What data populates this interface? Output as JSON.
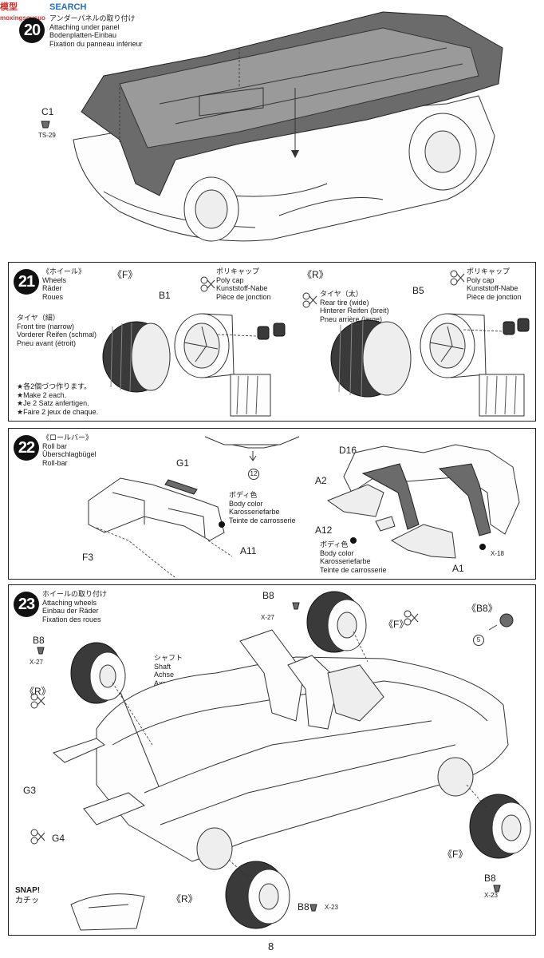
{
  "watermark": {
    "brand": "模型",
    "site": "SEARCH",
    "domain": "moxingsousuo"
  },
  "steps": [
    {
      "number": "20",
      "title_lines": [
        "アンダーパネルの取り付け",
        "Attaching under panel",
        "Bodenplatten-Einbau",
        "Fixation du panneau inférieur"
      ],
      "labels": {
        "c1": "C1",
        "ts": "TS-29"
      }
    },
    {
      "number": "21",
      "title_lines": [
        "《ホイール》",
        "Wheels",
        "Räder",
        "Roues"
      ],
      "front_tag": "《F》",
      "rear_tag": "《R》",
      "b1": "B1",
      "b5": "B5",
      "polycap_left": [
        "ポリキャップ",
        "Poly cap",
        "Kunststoff-Nabe",
        "Pièce de jonction"
      ],
      "polycap_right": [
        "ポリキャップ",
        "Poly cap",
        "Kunststoff-Nabe",
        "Pièce de jonction"
      ],
      "front_tire": [
        "タイヤ（細）",
        "Front tire (narrow)",
        "Vorderer Reifen (schmal)",
        "Pneu avant (étroit)"
      ],
      "rear_tire": [
        "タイヤ（太）",
        "Rear tire (wide)",
        "Hinterer Reifen (breit)",
        "Pneu arrière (large)"
      ],
      "make2": [
        "★各2個づつ作ります。",
        "★Make 2 each.",
        "★Je 2 Satz anfertigen.",
        "★Faire 2 jeux de chaque."
      ]
    },
    {
      "number": "22",
      "title_lines": [
        "《ロールバー》",
        "Roll bar",
        "Überschlagbügel",
        "Roll-bar"
      ],
      "g1": "G1",
      "f3": "F3",
      "a11": "A11",
      "d16": "D16",
      "a2": "A2",
      "a12": "A12",
      "a1": "A1",
      "x18": "X-18",
      "circled12": "12",
      "body_color_left": [
        "ボディ色",
        "Body color",
        "Karosseriefarbe",
        "Teinte de carrosserie"
      ],
      "body_color_right": [
        "ボディ色",
        "Body color",
        "Karosseriefarbe",
        "Teinte de carrosserie"
      ]
    },
    {
      "number": "23",
      "title_lines": [
        "ホイールの取り付け",
        "Attaching wheels",
        "Einbau der Räder",
        "Fixation des roues"
      ],
      "b8_top": "B8",
      "x27_top": "X-27",
      "b8_left": "B8",
      "x27_left": "X-27",
      "f_tag_top": "《F》",
      "b8_tag": "《B8》",
      "circled5": "5",
      "r_tag_left": "《R》",
      "shaft": [
        "シャフト",
        "Shaft",
        "Achse",
        "Axe"
      ],
      "g3": "G3",
      "g4": "G4",
      "f_tag_right": "《F》",
      "b8_right": "B8",
      "x23_right": "X-23",
      "snap": [
        "SNAP!",
        "カチッ"
      ],
      "r_tag_bottom": "《R》",
      "b8_bottom": "B8",
      "x23_bottom": "X-23"
    }
  ],
  "page_number": "8"
}
